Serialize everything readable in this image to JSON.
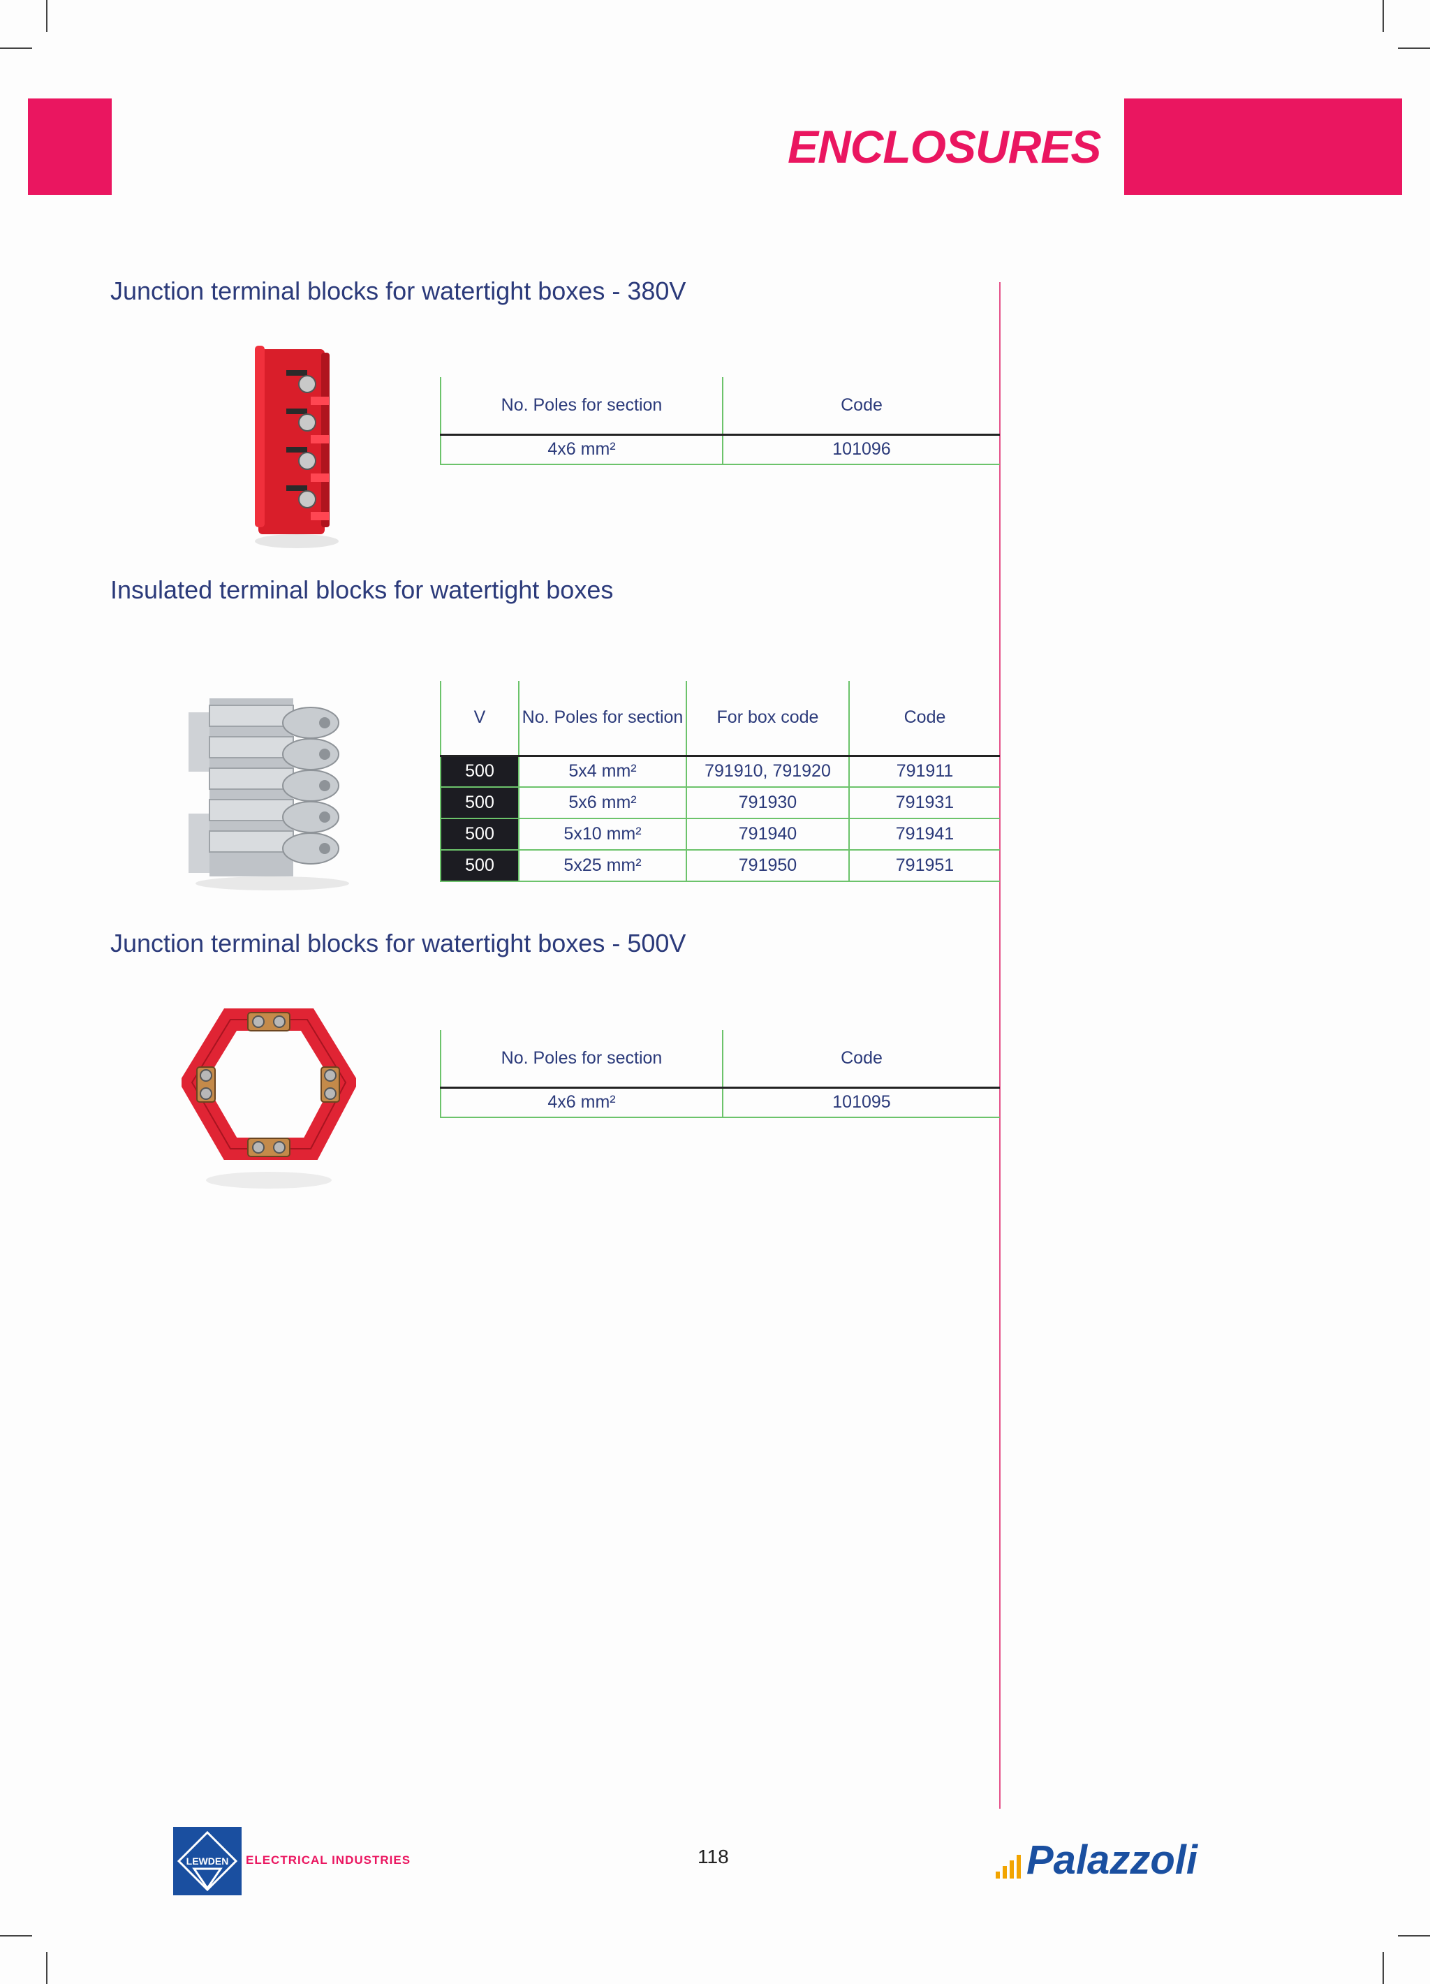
{
  "header": {
    "title": "ENCLOSURES"
  },
  "sections": [
    {
      "title": "Junction terminal blocks for watertight boxes - 380V",
      "headers": [
        "No. Poles for section",
        "Code"
      ],
      "rows": [
        {
          "section": "4x6 mm²",
          "code": "101096"
        }
      ]
    },
    {
      "title": "Insulated terminal blocks for watertight boxes",
      "headers": [
        "V",
        "No. Poles for section",
        "For box code",
        "Code"
      ],
      "rows": [
        {
          "v": "500",
          "section": "5x4 mm²",
          "box": "791910, 791920",
          "code": "791911"
        },
        {
          "v": "500",
          "section": "5x6 mm²",
          "box": "791930",
          "code": "791931"
        },
        {
          "v": "500",
          "section": "5x10 mm²",
          "box": "791940",
          "code": "791941"
        },
        {
          "v": "500",
          "section": "5x25 mm²",
          "box": "791950",
          "code": "791951"
        }
      ]
    },
    {
      "title": "Junction terminal blocks for watertight boxes - 500V",
      "headers": [
        "No. Poles for section",
        "Code"
      ],
      "rows": [
        {
          "section": "4x6 mm²",
          "code": "101095"
        }
      ]
    }
  ],
  "footer": {
    "page_number": "118",
    "left_logo_text": "LEWDEN",
    "left_brand": "ELECTRICAL INDUSTRIES",
    "right_brand": "Palazzoli"
  },
  "colors": {
    "accent": "#ea1660",
    "text": "#2b3a7a",
    "table_line": "#6cc36b",
    "brand_blue": "#1a4fa0"
  }
}
